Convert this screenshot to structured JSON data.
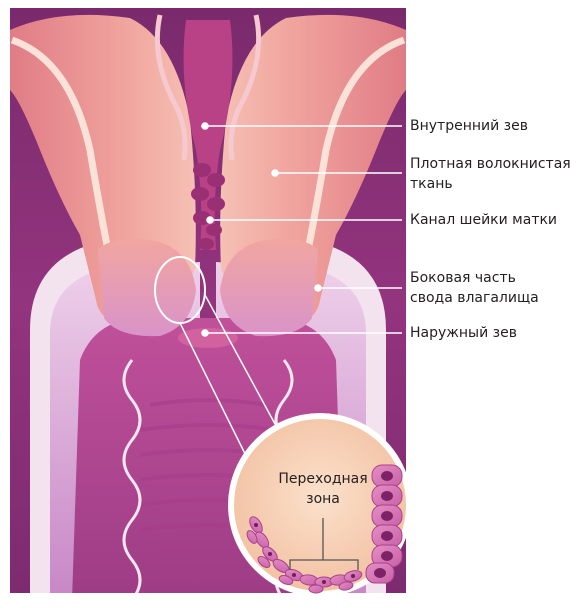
{
  "labels": {
    "internal_os": "Внутренний зев",
    "fibrous_tissue_line1": "Плотная волокнистая",
    "fibrous_tissue_line2": "ткань",
    "cervical_canal": "Канал шейки матки",
    "fornix_line1": "Боковая часть",
    "fornix_line2": "свода влагалища",
    "external_os": "Наружный зев"
  },
  "inset": {
    "zone_line1": "Переходная",
    "zone_line2": "зона"
  },
  "colors": {
    "background_purple": "#8d2f78",
    "tissue_pink": "#e88f93",
    "tissue_light": "#f5c2b9",
    "fornix_lavender": "#d9a6d8",
    "vagina_magenta": "#b8488f",
    "inset_fill": "#f7cfb6",
    "callout_line": "#ffffff",
    "label_text": "#231f20"
  }
}
